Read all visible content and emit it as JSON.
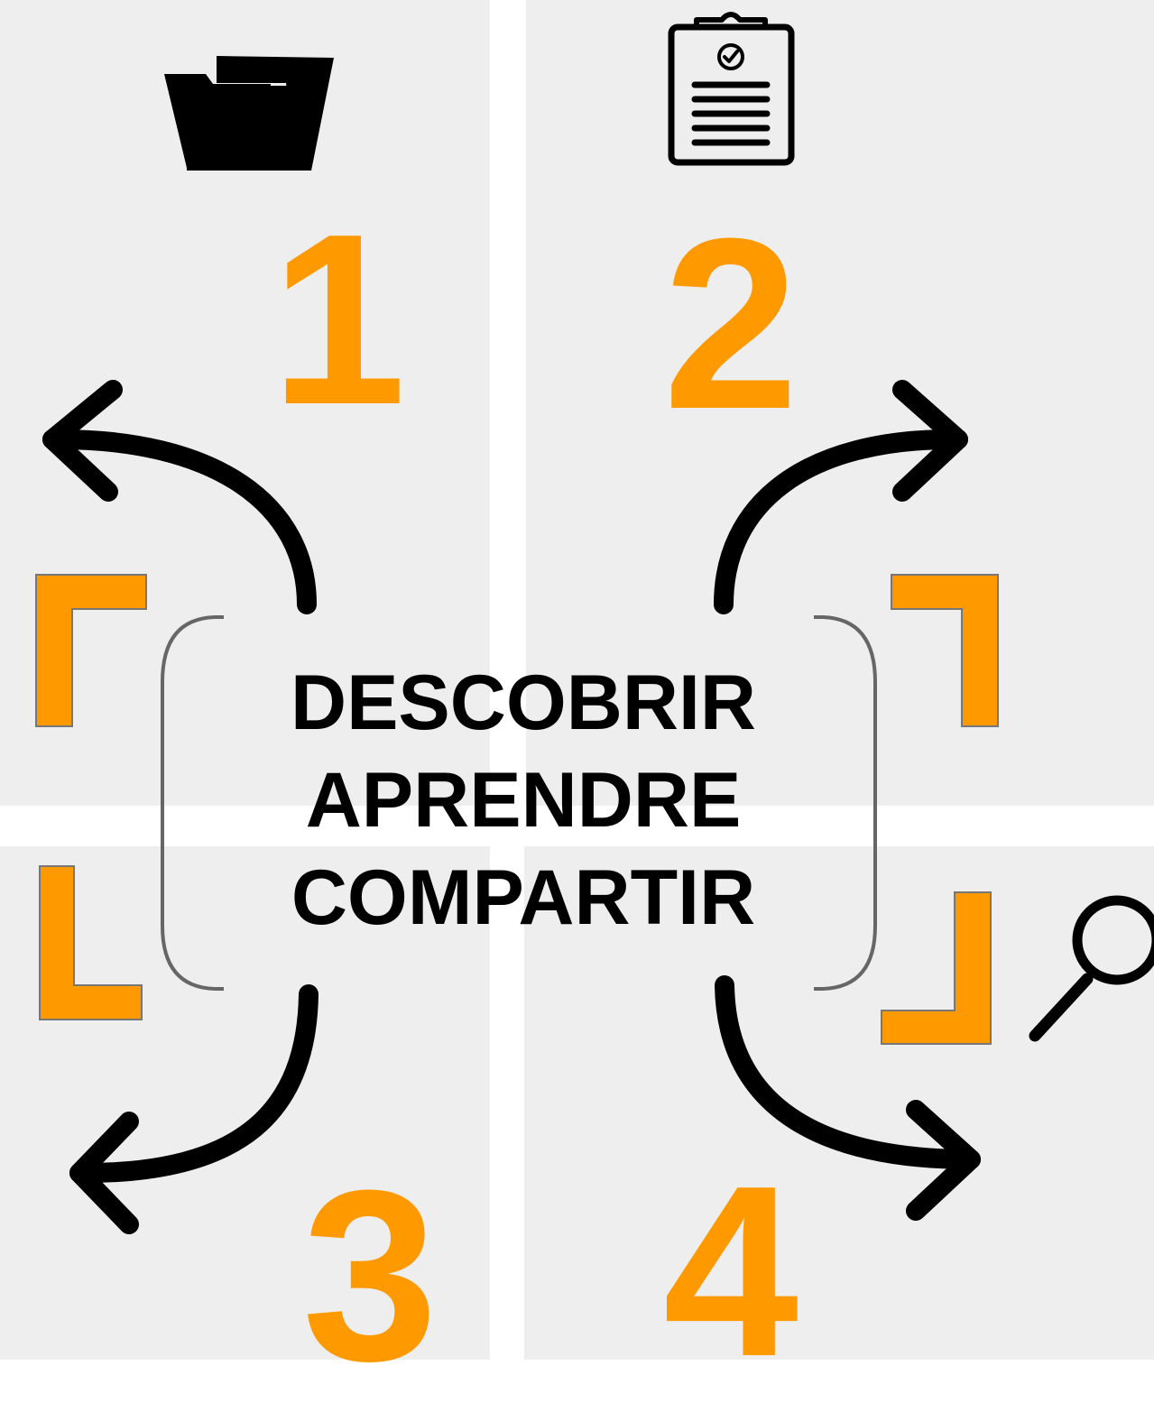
{
  "numbers": {
    "one": "1",
    "two": "2",
    "three": "3",
    "four": "4"
  },
  "center": {
    "line1": "DESCOBRIR",
    "line2": "APRENDRE",
    "line3": "COMPARTIR"
  },
  "icons": {
    "top_left": "folder-icon",
    "top_right": "clipboard-check-icon",
    "bottom_right": "magnifier-icon"
  },
  "colors": {
    "accent": "#ff9900",
    "panel": "#eeeeee",
    "ink": "#000000",
    "bracket": "#666666"
  }
}
